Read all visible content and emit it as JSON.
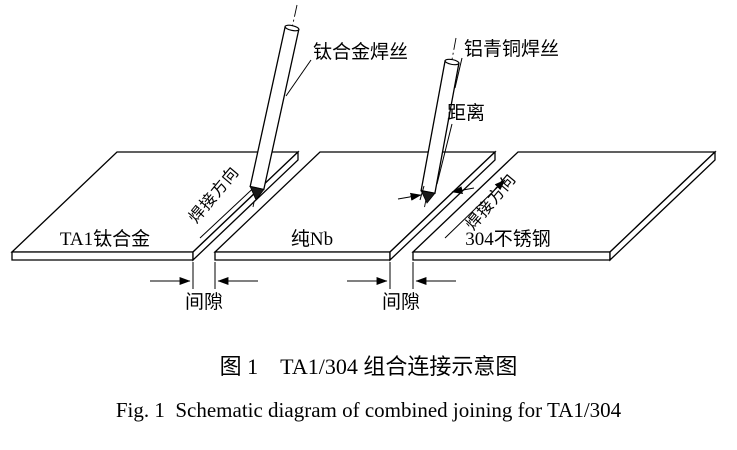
{
  "figure": {
    "plates": [
      {
        "label": "TA1钛合金"
      },
      {
        "label": "纯Nb"
      },
      {
        "label": "304不锈钢"
      }
    ],
    "wires": [
      {
        "label": "钛合金焊丝"
      },
      {
        "label": "铝青铜焊丝"
      }
    ],
    "annotations": {
      "distance": "距离",
      "gap_left": "间隙",
      "gap_right": "间隙",
      "weld_direction_left": "焊接方向",
      "weld_direction_right": "焊接方向"
    },
    "captions": {
      "zh": "图 1　TA1/304 组合连接示意图",
      "en": "Fig. 1  Schematic diagram of combined joining for TA1/304"
    },
    "colors": {
      "line": "#000000",
      "background": "#ffffff"
    }
  }
}
